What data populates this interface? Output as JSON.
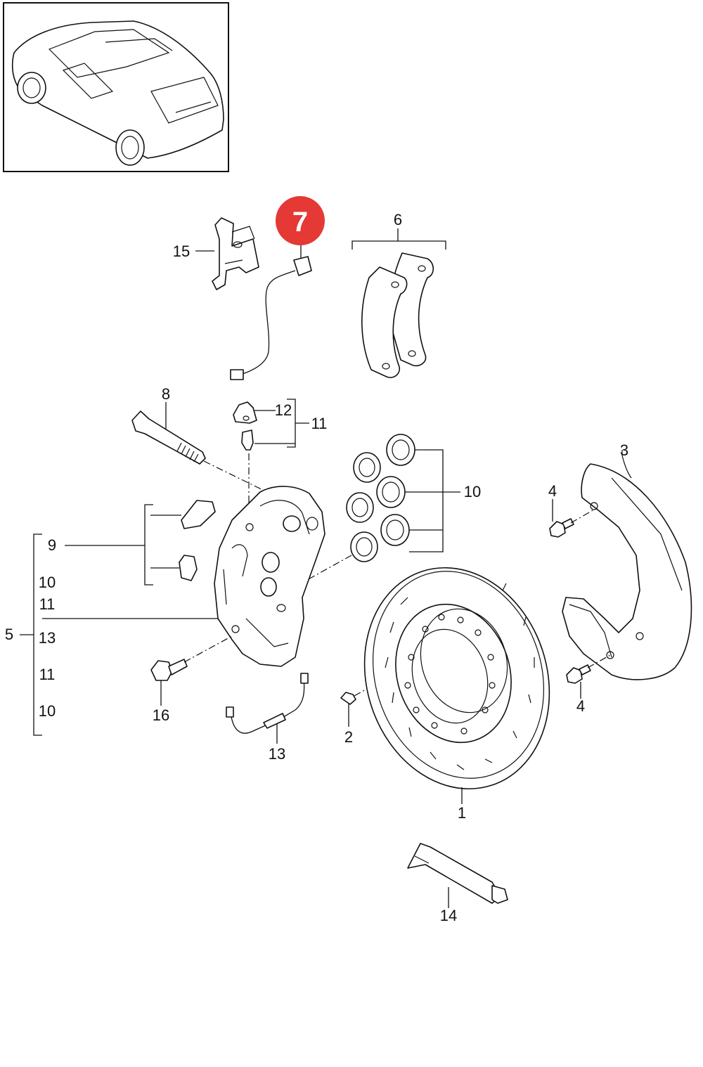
{
  "callouts": {
    "c1": "1",
    "c2": "2",
    "c3": "3",
    "c4a": "4",
    "c4b": "4",
    "c5": "5",
    "c6": "6",
    "c8": "8",
    "c9": "9",
    "c10a": "10",
    "c10b": "10",
    "c10c": "10",
    "c11a": "11",
    "c11b": "11",
    "c11c": "11",
    "c12": "12",
    "c13a": "13",
    "c13b": "13",
    "c14": "14",
    "c15": "15",
    "c16": "16"
  },
  "highlight": {
    "label": "7",
    "color": "#e53935"
  },
  "colors": {
    "line": "#111111",
    "background": "#ffffff"
  }
}
